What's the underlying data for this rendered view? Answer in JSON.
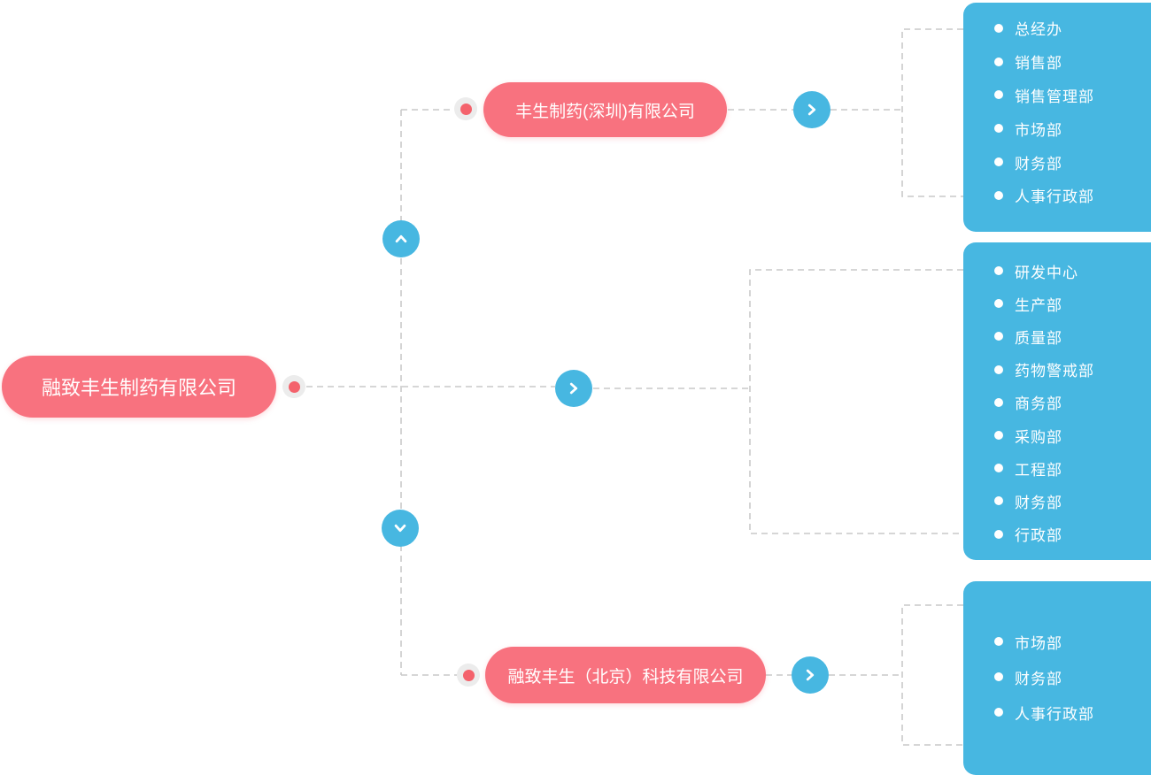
{
  "root": {
    "label": "融致丰生制药有限公司",
    "departments": [
      "研发中心",
      "生产部",
      "质量部",
      "药物警戒部",
      "商务部",
      "采购部",
      "工程部",
      "财务部",
      "行政部"
    ]
  },
  "subsidiaries": [
    {
      "label": "丰生制药(深圳)有限公司",
      "departments": [
        "总经办",
        "销售部",
        "销售管理部",
        "市场部",
        "财务部",
        "人事行政部"
      ]
    },
    {
      "label": "融致丰生（北京）科技有限公司",
      "departments": [
        "市场部",
        "财务部",
        "人事行政部"
      ]
    }
  ],
  "icons": {
    "chevron_up": "∧",
    "chevron_down": "∨",
    "chevron_right": "›",
    "bullet": "●",
    "connector_dot": "◉"
  },
  "colors": {
    "node_pink": "#f8727f",
    "panel_blue": "#47b7e1",
    "dash_gray": "#c9c9c9",
    "dot_ring": "#ececec",
    "dot_inner": "#f4626c",
    "text_white": "#ffffff"
  }
}
